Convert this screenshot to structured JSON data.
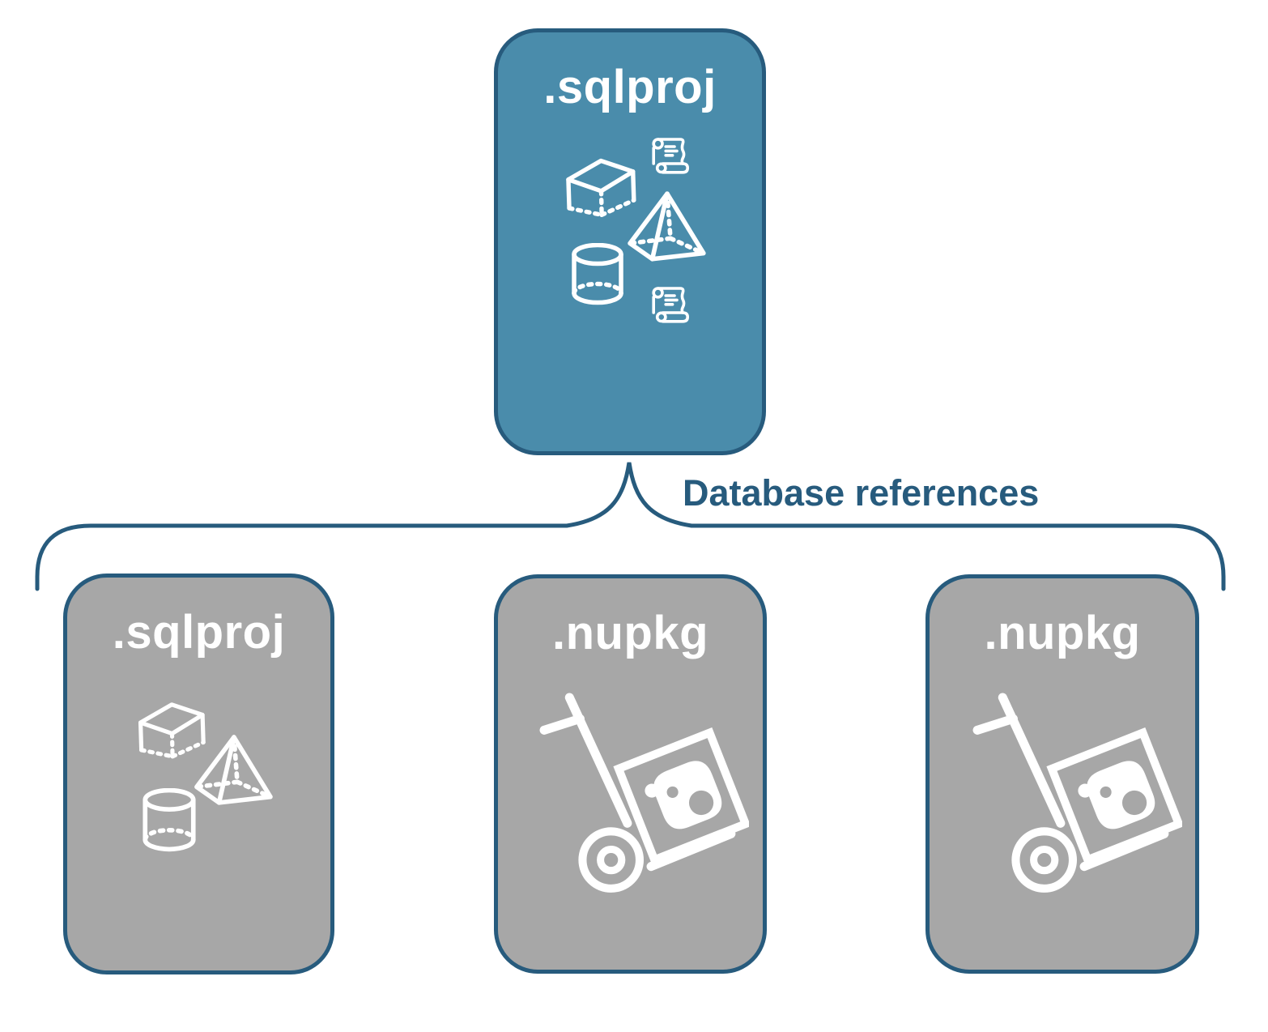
{
  "diagram": {
    "root": {
      "label": ".sqlproj",
      "icons": [
        "script-scroll-icon",
        "cube-icon",
        "pyramid-icon",
        "database-cylinder-icon",
        "script-scroll-icon"
      ]
    },
    "connector": {
      "label": "Database references"
    },
    "children": [
      {
        "label": ".sqlproj",
        "icons": [
          "cube-icon",
          "pyramid-icon",
          "database-cylinder-icon"
        ]
      },
      {
        "label": ".nupkg",
        "icons": [
          "hand-truck-package-icon"
        ]
      },
      {
        "label": ".nupkg",
        "icons": [
          "hand-truck-package-icon"
        ]
      }
    ],
    "colors": {
      "root_fill": "#4A8CAB",
      "child_fill": "#A7A7A7",
      "outline_dark_blue": "#275B7D",
      "icon_white": "#FFFFFF"
    }
  }
}
